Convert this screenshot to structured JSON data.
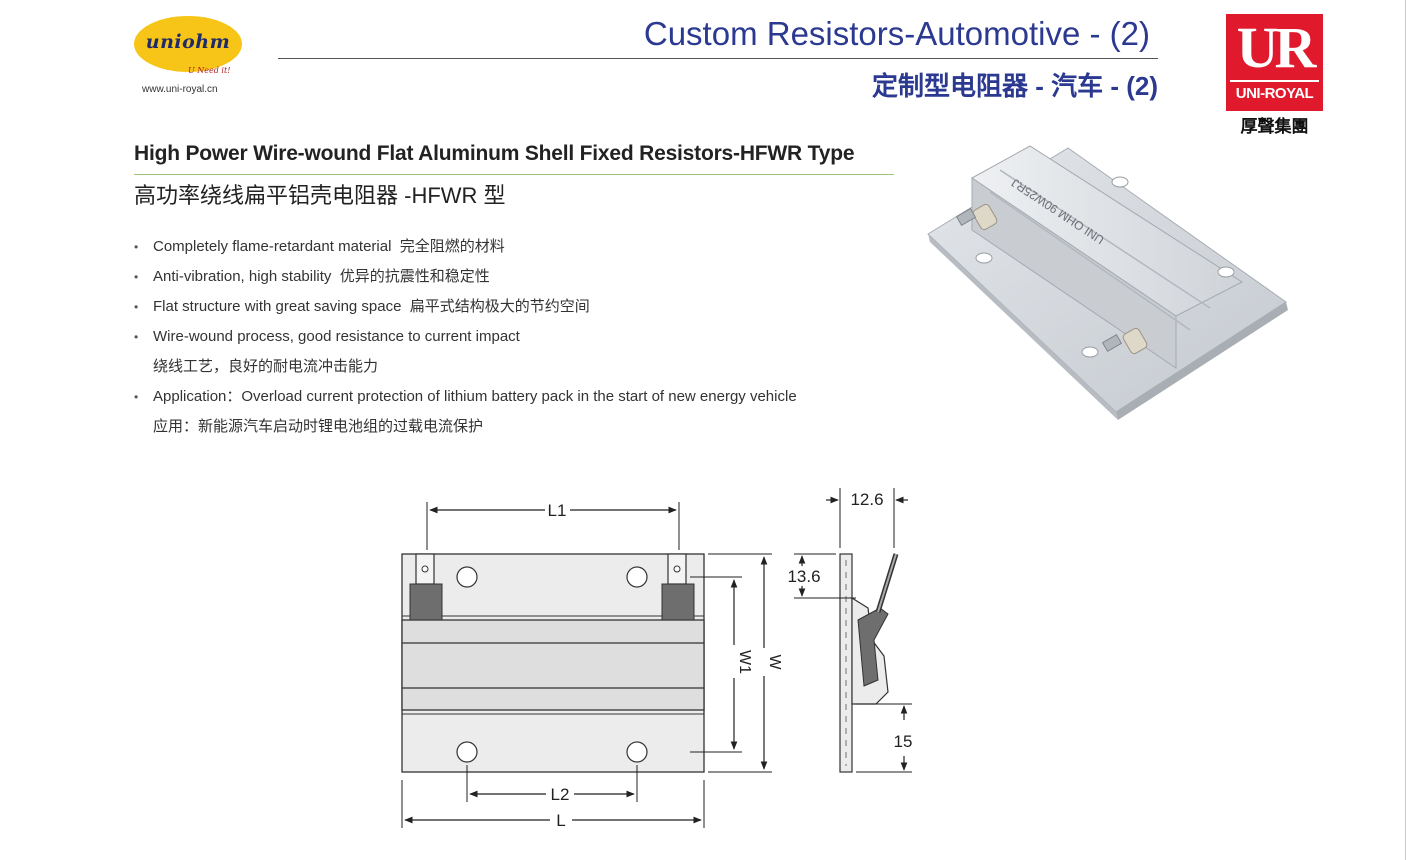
{
  "logo": {
    "brand": "uniohm",
    "tagline": "U Need it!",
    "url": "www.uni-royal.cn"
  },
  "header": {
    "title_en": "Custom Resistors-Automotive - (2)",
    "title_cn": "定制型电阻器 - 汽车 - (2)"
  },
  "ur_logo": {
    "letters": "UR",
    "name": "UNI-ROYAL",
    "cn": "厚聲集團"
  },
  "product": {
    "title_en": "High Power Wire-wound Flat Aluminum Shell Fixed Resistors-HFWR Type",
    "title_cn": "高功率绕线扁平铝壳电阻器 -HFWR 型",
    "photo_marking": "UNI OHM 90W25RJ"
  },
  "features": [
    {
      "en": "Completely flame-retardant material",
      "cn": "完全阻燃的材料"
    },
    {
      "en": "Anti-vibration, high stability",
      "cn": "优异的抗震性和稳定性"
    },
    {
      "en": "Flat structure with great saving space",
      "cn": "扁平式结构极大的节约空间"
    },
    {
      "en": "Wire-wound process, good resistance to current impact",
      "cn": "绕线工艺，良好的耐电流冲击能力"
    },
    {
      "en": "Application：Overload current protection of lithium battery pack in the start of new energy vehicle",
      "cn": "应用：新能源汽车启动时锂电池组的过载电流保护"
    }
  ],
  "diagram": {
    "labels": {
      "l1": "L1",
      "l2": "L2",
      "l": "L",
      "w1": "W1",
      "w": "W",
      "d_top": "12.6",
      "d_terminal": "13.6",
      "d_bottom": "15"
    }
  }
}
